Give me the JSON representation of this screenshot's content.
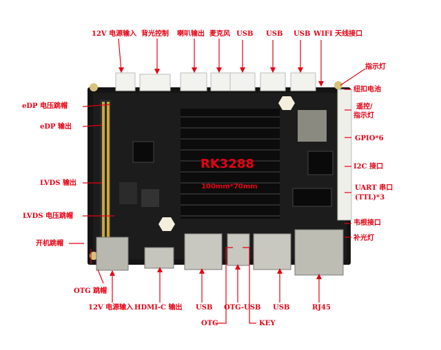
{
  "board": {
    "chip_name": "RK3288",
    "dimensions": "100mm*70mm"
  },
  "labels": {
    "top": [
      "12V 电源输入",
      "背光控制",
      "喇叭输出",
      "麦克风",
      "USB",
      "USB",
      "USB",
      "WIFI 天线接口"
    ],
    "right": [
      "指示灯",
      "纽扣电池",
      "遥控/",
      "指示灯",
      "GPIO*6",
      "I2C 接口",
      "UART 串口",
      "(TTL)*3",
      "韦根接口",
      "补光灯"
    ],
    "left": [
      "eDP 电压跳帽",
      "eDP 输出",
      "LVDS 输出",
      "LVDS 电压跳帽",
      "开机跳帽",
      "OTG 跳帽"
    ],
    "bottom": [
      "12V 电源输入",
      "HDMI-C 输出",
      "USB",
      "OTG-USB",
      "USB",
      "RJ45",
      "OTG",
      "KEY"
    ]
  },
  "colors": {
    "label": "#e60012",
    "pcb": "#141414",
    "arrow": "#e60012"
  }
}
